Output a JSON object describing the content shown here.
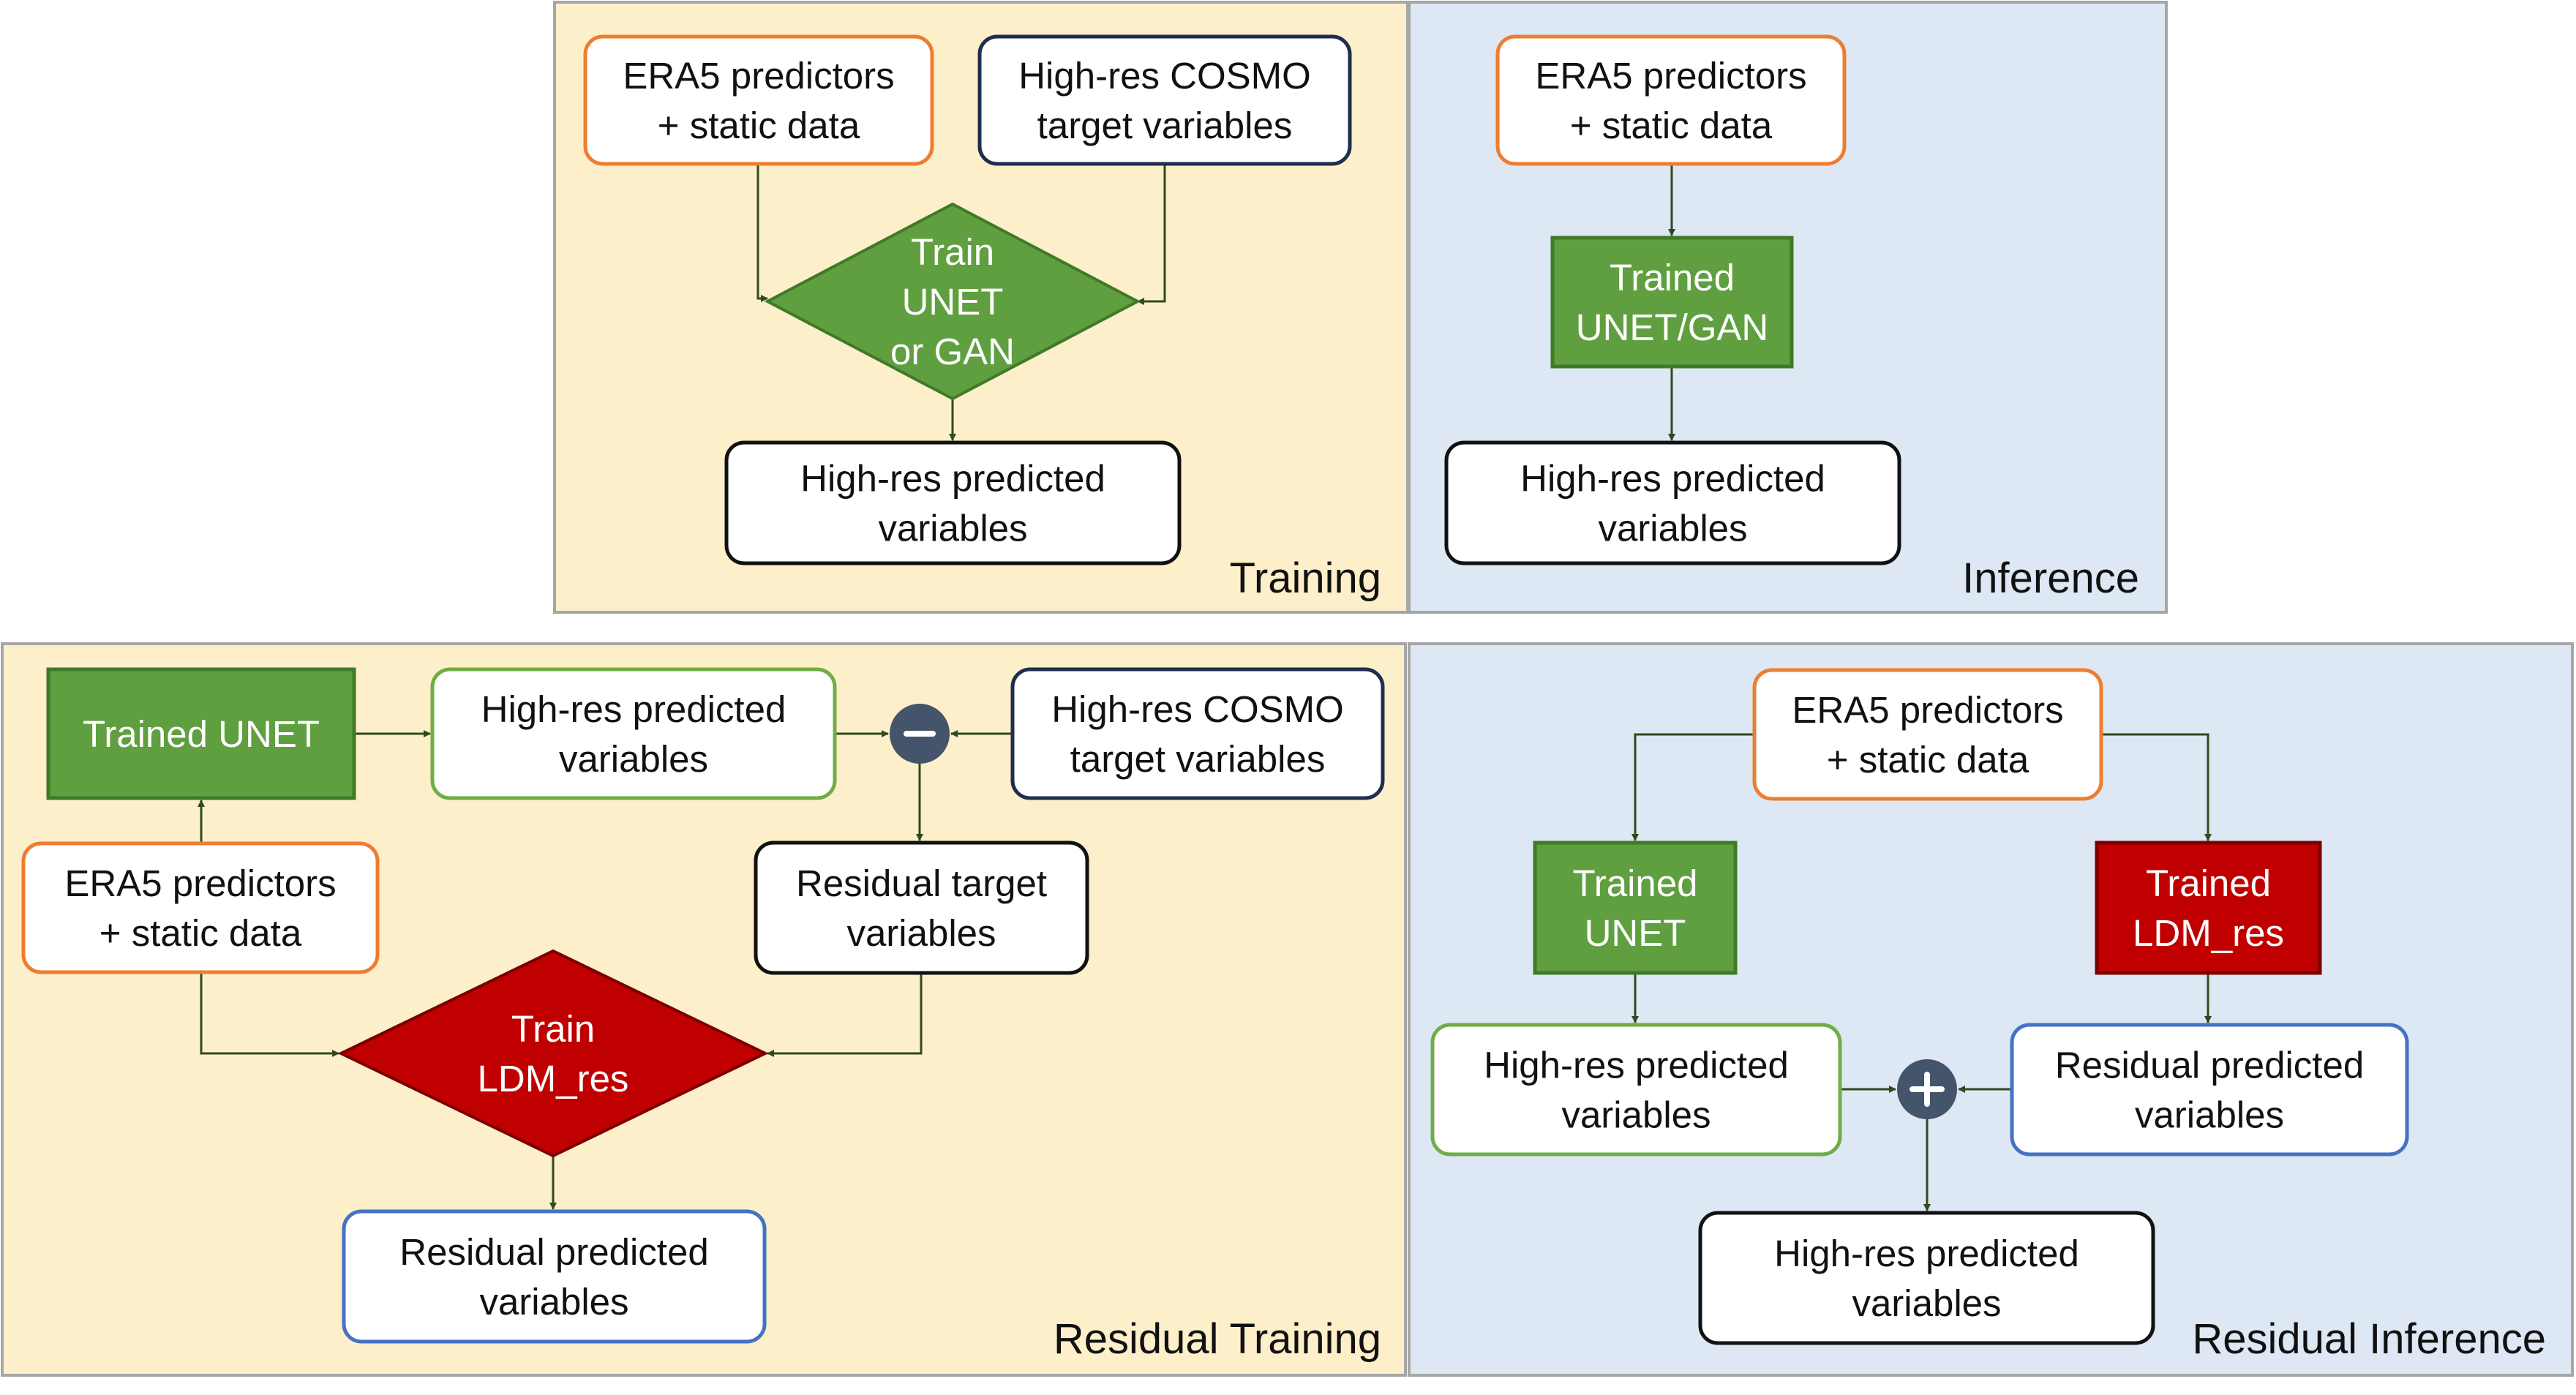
{
  "colors": {
    "training_bg": "#fdefc9",
    "inference_bg": "#dde8f4",
    "panel_border": "#a6a6a6",
    "orange_border": "#ed7d31",
    "navy_border": "#1f2d4e",
    "green_fill": "#5f9f3f",
    "green_border": "#3f7a28",
    "light_green_border": "#70ad47",
    "red_fill": "#c00000",
    "red_border": "#7a0000",
    "blue_border": "#4472c4",
    "black_border": "#111111",
    "arrow": "#2e4a1e",
    "operator_fill": "#44546a"
  },
  "panels": {
    "training": "Training",
    "inference": "Inference",
    "residual_training": "Residual Training",
    "residual_inference": "Residual Inference"
  },
  "training": {
    "era5": [
      "ERA5 predictors",
      "+ static data"
    ],
    "cosmo": [
      "High-res COSMO",
      "target variables"
    ],
    "train": [
      "Train",
      "UNET",
      "or GAN"
    ],
    "output": [
      "High-res predicted",
      "variables"
    ]
  },
  "inference": {
    "era5": [
      "ERA5 predictors",
      "+ static data"
    ],
    "trained": [
      "Trained",
      "UNET/GAN"
    ],
    "output": [
      "High-res predicted",
      "variables"
    ]
  },
  "residual_training": {
    "trained_unet": [
      "Trained UNET"
    ],
    "predicted": [
      "High-res predicted",
      "variables"
    ],
    "minus": "−",
    "cosmo": [
      "High-res COSMO",
      "target variables"
    ],
    "era5": [
      "ERA5 predictors",
      "+ static data"
    ],
    "residual_target": [
      "Residual target",
      "variables"
    ],
    "train": [
      "Train",
      "LDM_res"
    ],
    "residual_predicted": [
      "Residual predicted",
      "variables"
    ]
  },
  "residual_inference": {
    "era5": [
      "ERA5 predictors",
      "+ static data"
    ],
    "trained_unet": [
      "Trained",
      "UNET"
    ],
    "trained_ldm": [
      "Trained",
      "LDM_res"
    ],
    "predicted": [
      "High-res predicted",
      "variables"
    ],
    "plus": "+",
    "residual_predicted": [
      "Residual predicted",
      "variables"
    ],
    "output": [
      "High-res predicted",
      "variables"
    ]
  }
}
